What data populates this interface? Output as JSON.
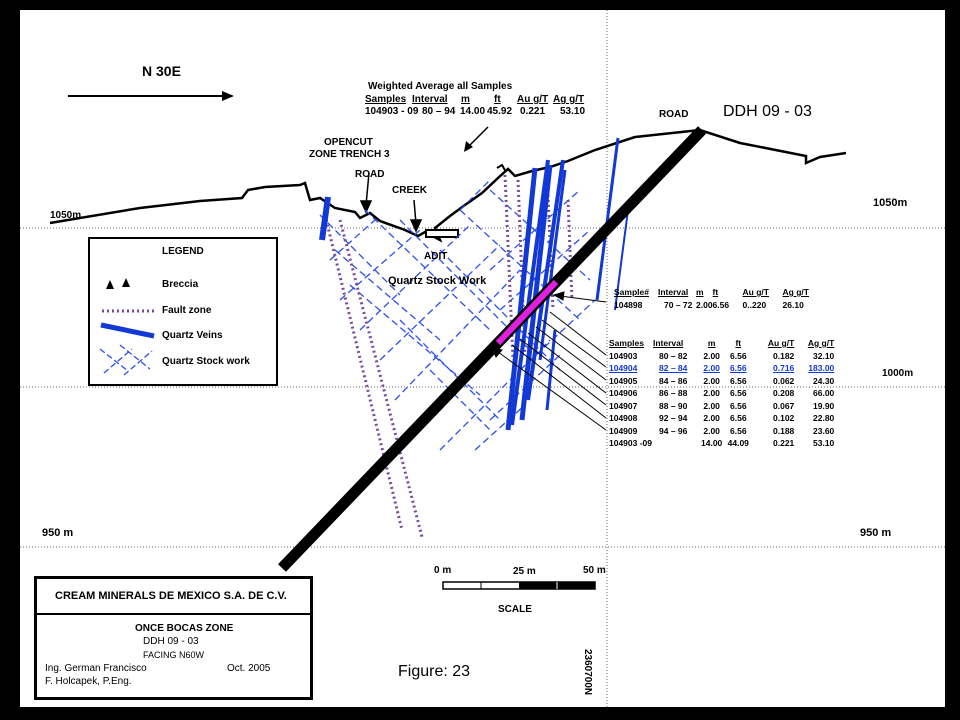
{
  "header": {
    "direction": "N 30E",
    "hole_id": "DDH 09 - 03"
  },
  "weighted_average": {
    "title": "Weighted Average all Samples",
    "columns": [
      "Samples",
      "Interval",
      "m",
      "ft",
      "Au g/T",
      "Ag g/T"
    ],
    "row": [
      "104903 - 09",
      "80 – 94",
      "14.00",
      "45.92",
      "0.221",
      "53.10"
    ]
  },
  "section_labels": {
    "opencut": "OPENCUT",
    "zone_trench": "ZONE TRENCH 3",
    "road_left": "ROAD",
    "road_right": "ROAD",
    "creek": "CREEK",
    "adit": "ADIT",
    "stockwork": "Quartz Stock Work"
  },
  "elevations": {
    "left_1050": "1050m",
    "right_1050": "1050m",
    "right_1000": "1000m",
    "left_950": "950 m",
    "right_950": "950 m"
  },
  "legend": {
    "title": "LEGEND",
    "items": [
      {
        "label": "Breccia",
        "icon": "breccia-triangles-icon"
      },
      {
        "label": "Fault zone",
        "icon": "fault-zone-dotted-line-icon"
      },
      {
        "label": "Quartz Veins",
        "icon": "quartz-vein-bar-icon"
      },
      {
        "label": "Quartz Stock work",
        "icon": "stockwork-dashed-lines-icon"
      }
    ]
  },
  "single_sample": {
    "columns": [
      "Sample#",
      "Interval",
      "m",
      "ft",
      "Au g/T",
      "Ag g/T"
    ],
    "row": [
      "104898",
      "70 – 72",
      "2.00",
      "6.56",
      "0..220",
      "26.10"
    ]
  },
  "samples_table": {
    "columns": [
      "Samples",
      "Interval",
      "m",
      "ft",
      "Au g/T",
      "Ag g/T"
    ],
    "rows": [
      [
        "104903",
        "80 – 82",
        "2.00",
        "6.56",
        "0.182",
        "32.10"
      ],
      [
        "104904",
        "82 – 84",
        "2.00",
        "6.56",
        "0.716",
        "183.00"
      ],
      [
        "104905",
        "84 – 86",
        "2.00",
        "6.56",
        "0.062",
        "24.30"
      ],
      [
        "104906",
        "86 – 88",
        "2.00",
        "6.56",
        "0.208",
        "66.00"
      ],
      [
        "104907",
        "88 – 90",
        "2.00",
        "6.56",
        "0.067",
        "19.90"
      ],
      [
        "104908",
        "92 – 94",
        "2.00",
        "6.56",
        "0.102",
        "22.80"
      ],
      [
        "104909",
        "94 – 96",
        "2.00",
        "6.56",
        "0.188",
        "23.60"
      ]
    ],
    "highlight_row": 1,
    "highlight_color": "#1238d6",
    "total_row": [
      "104903 -09",
      "14.00",
      "44.09",
      "0.221",
      "53.10"
    ]
  },
  "scale": {
    "ticks": [
      "0 m",
      "25 m",
      "50 m"
    ],
    "label": "SCALE"
  },
  "coordinate_label": "2360700N",
  "title_block": {
    "company": "CREAM MINERALS DE MEXICO S.A. DE C.V.",
    "zone": "ONCE BOCAS ZONE",
    "hole": "DDH 09 - 03",
    "facing": "FACING N60W",
    "author_line1": "Ing. German Francisco",
    "author_line2": "F. Holcapek, P.Eng.",
    "date": "Oct. 2005"
  },
  "figure_label": "Figure:  23",
  "colors": {
    "quartz_vein": "#1238d6",
    "stockwork": "#2a4ff0",
    "fault_zone": "#7a4a9a",
    "mineralized_interval": "#e020e0",
    "drill_hole": "#000000"
  }
}
